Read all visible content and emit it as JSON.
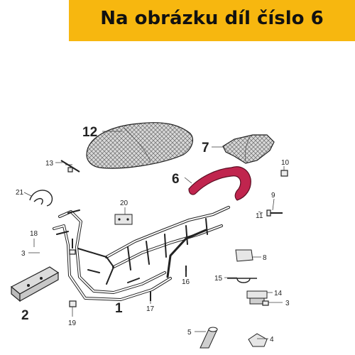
{
  "banner": {
    "title": "Na obrázku díl číslo 6",
    "background_color": "#f7b70f",
    "text_color": "#111111"
  },
  "highlight": {
    "part_number": "6",
    "color": "#c0254e"
  },
  "callouts": {
    "p1": "1",
    "p2": "2",
    "p3": "3",
    "p4": "4",
    "p5": "5",
    "p6": "6",
    "p7": "7",
    "p8": "8",
    "p9": "9",
    "p10": "10",
    "p11": "11",
    "p12": "12",
    "p13": "13",
    "p14": "14",
    "p15": "15",
    "p16": "16",
    "p17": "17",
    "p18": "18",
    "p19": "19",
    "p20": "20",
    "p21": "21"
  }
}
